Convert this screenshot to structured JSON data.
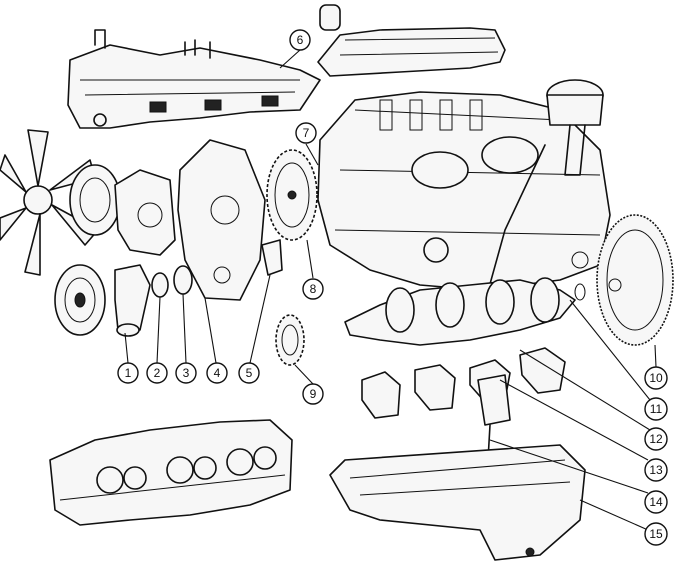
{
  "callouts": [
    {
      "id": "1",
      "label": "1"
    },
    {
      "id": "2",
      "label": "2"
    },
    {
      "id": "3",
      "label": "3"
    },
    {
      "id": "4",
      "label": "4"
    },
    {
      "id": "5",
      "label": "5"
    },
    {
      "id": "6",
      "label": "6"
    },
    {
      "id": "7",
      "label": "7"
    },
    {
      "id": "8",
      "label": "8"
    },
    {
      "id": "9",
      "label": "9"
    },
    {
      "id": "10",
      "label": "10"
    },
    {
      "id": "11",
      "label": "11"
    },
    {
      "id": "12",
      "label": "12"
    },
    {
      "id": "13",
      "label": "13"
    },
    {
      "id": "14",
      "label": "14"
    },
    {
      "id": "15",
      "label": "15"
    }
  ],
  "line_color": "#111111",
  "background": "#ffffff"
}
